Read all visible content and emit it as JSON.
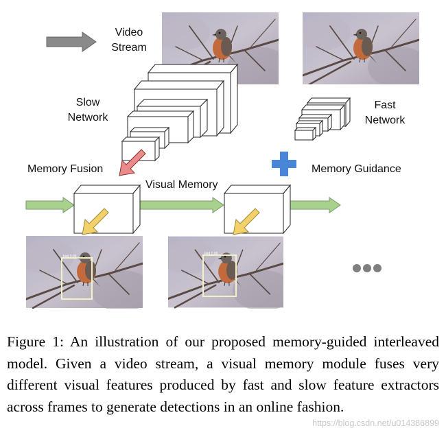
{
  "figure": {
    "labels": {
      "video_stream_line1": "Video",
      "video_stream_line2": "Stream",
      "slow_network_line1": "Slow",
      "slow_network_line2": "Network",
      "fast_network_line1": "Fast",
      "fast_network_line2": "Network",
      "memory_fusion": "Memory Fusion",
      "visual_memory": "Visual Memory",
      "memory_guidance": "Memory Guidance"
    },
    "detection_label": "bird 0.95",
    "colors": {
      "stream_arrow": "#8a8a8a",
      "fusion_arrow": "#e98b8b",
      "guidance_plus": "#4a86d8",
      "memory_flow_arrow": "#a9d18e",
      "output_arrow": "#f2d16b",
      "detection_box": "#f2f2c8",
      "ellipsis": "#7f7f7f"
    }
  },
  "caption": {
    "text": "Figure 1: An illustration of our proposed memory-guided interleaved model. Given a video stream, a visual memory module fuses very different visual features produced by fast and slow feature extractors across frames to generate detections in an online fashion."
  },
  "watermark": "https://blog.csdn.net/u014386899"
}
